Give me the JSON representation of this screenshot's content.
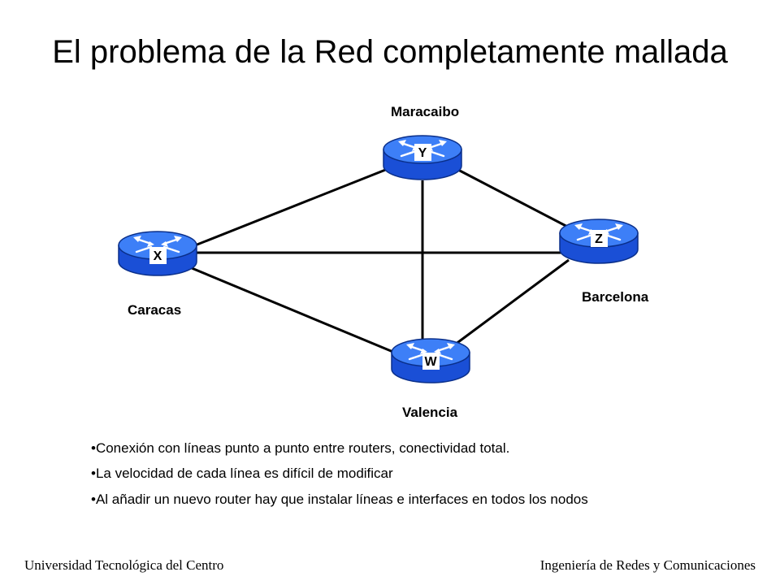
{
  "title": "El problema de la Red completamente mallada",
  "nodes": [
    {
      "id": "Y",
      "city": "Maracaibo"
    },
    {
      "id": "X",
      "city": "Caracas"
    },
    {
      "id": "Z",
      "city": "Barcelona"
    },
    {
      "id": "W",
      "city": "Valencia"
    }
  ],
  "links": [
    [
      "X",
      "Y"
    ],
    [
      "Y",
      "Z"
    ],
    [
      "Y",
      "W"
    ],
    [
      "X",
      "Z"
    ],
    [
      "X",
      "W"
    ],
    [
      "Z",
      "W"
    ]
  ],
  "colors": {
    "router_top": "#3d7ff7",
    "router_side": "#1a4fd6",
    "links": "#000000"
  },
  "icons": [
    "router-icon"
  ],
  "bullets": [
    "Conexión con líneas punto a punto entre routers, conectividad total.",
    "La velocidad de cada línea es difícil de modificar",
    "Al añadir un nuevo router hay que instalar líneas e interfaces en todos los nodos"
  ],
  "footer": {
    "left": "Universidad Tecnológica del Centro",
    "right": "Ingeniería de Redes y Comunicaciones"
  }
}
